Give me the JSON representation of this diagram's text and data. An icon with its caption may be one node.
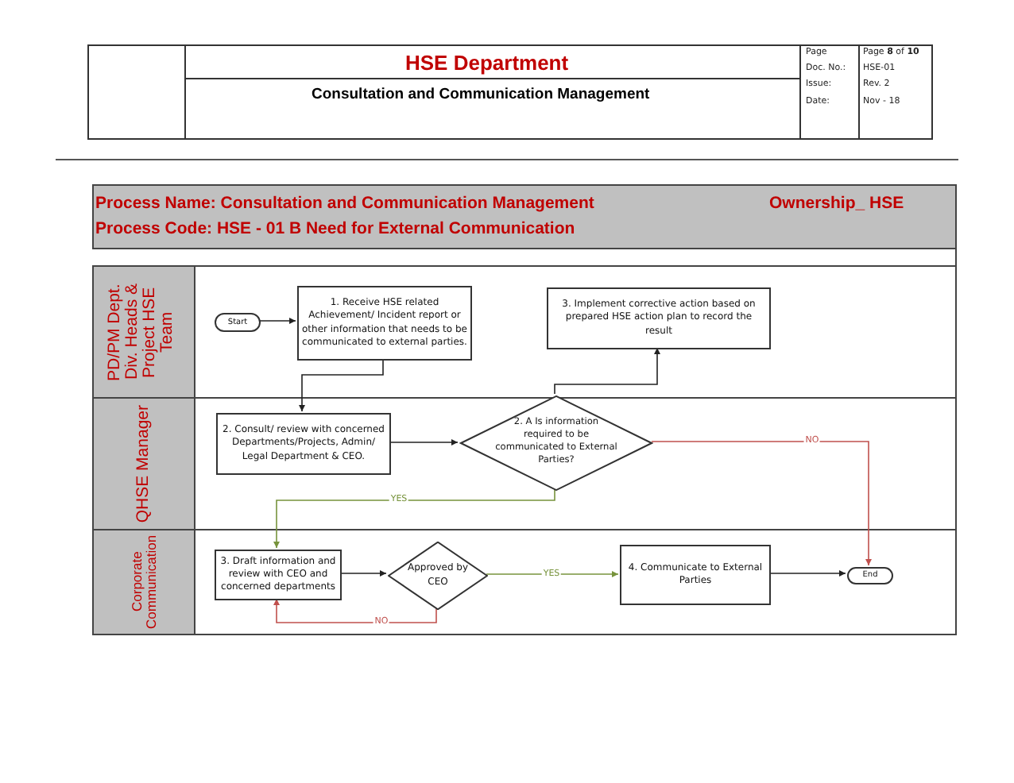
{
  "diagram": {
    "title": "HSE Department",
    "nodes": [
      {
        "text": [
          "PD/PM Dept. Div. Heads & Project HSE Team"
        ]
      },
      {
        "text": [
          "QHSE Manager"
        ]
      },
      {
        "text": [
          "Corporate Communication"
        ]
      },
      {
        "text": [
          "Start"
        ],
        "in": 0
      },
      {
        "text": [
          "1. Receive HSE related Achievement/ Incident report or other information that needs to be communicated to external parties."
        ],
        "in": 0
      },
      {
        "text": [
          "3. Implement corrective action based on prepared HSE action plan to record the result"
        ],
        "in": 0
      },
      {
        "text": [
          "2. Consult/ review with concerned Departments/Projects, Admin/ Legal Department & CEO."
        ],
        "in": 1
      },
      {
        "text": [
          "2. A Is information required to be communicated to External Parties?"
        ],
        "in": 1
      },
      {
        "text": [
          "3. Draft information and review with CEO and concerned departments"
        ],
        "in": 2
      },
      {
        "text": [
          "Approved by CEO"
        ],
        "in": 2
      },
      {
        "text": [
          "4. Communicate to External Parties"
        ],
        "in": 2
      },
      {
        "text": [
          "End"
        ],
        "in": 2
      }
    ],
    "edges": [
      {
        "from": 3,
        "to": 4,
        "arrow": "to"
      },
      {
        "from": 4,
        "to": 6,
        "arrow": "to"
      },
      {
        "from": 6,
        "to": 7,
        "arrow": "to"
      },
      {
        "from": 7,
        "to": 5,
        "arrow": "to"
      },
      {
        "from": 7,
        "to": 11,
        "arrow": "to",
        "label": "NO",
        "color": "#c0504d"
      },
      {
        "from": 7,
        "to": 8,
        "arrow": "to",
        "label": "YES",
        "color": "#77933c"
      },
      {
        "from": 8,
        "to": 9,
        "arrow": "to"
      },
      {
        "from": 9,
        "to": 8,
        "arrow": "to",
        "label": "NO",
        "color": "#c0504d"
      },
      {
        "from": 9,
        "to": 10,
        "arrow": "to",
        "label": "YES",
        "color": "#77933c"
      },
      {
        "from": 10,
        "to": 11,
        "arrow": "to"
      }
    ],
    "labels": [
      "Consultation and Communication Management",
      "Page",
      "Page **8** of **10**",
      "Doc. No.:",
      "HSE-01",
      "Issue:",
      "Rev. 2",
      "Date:",
      "Nov - 18",
      "Process Name: Consultation and Communication Management",
      "Ownership_ HSE",
      "Process Code: HSE - 01 B Need for External Communication"
    ]
  }
}
